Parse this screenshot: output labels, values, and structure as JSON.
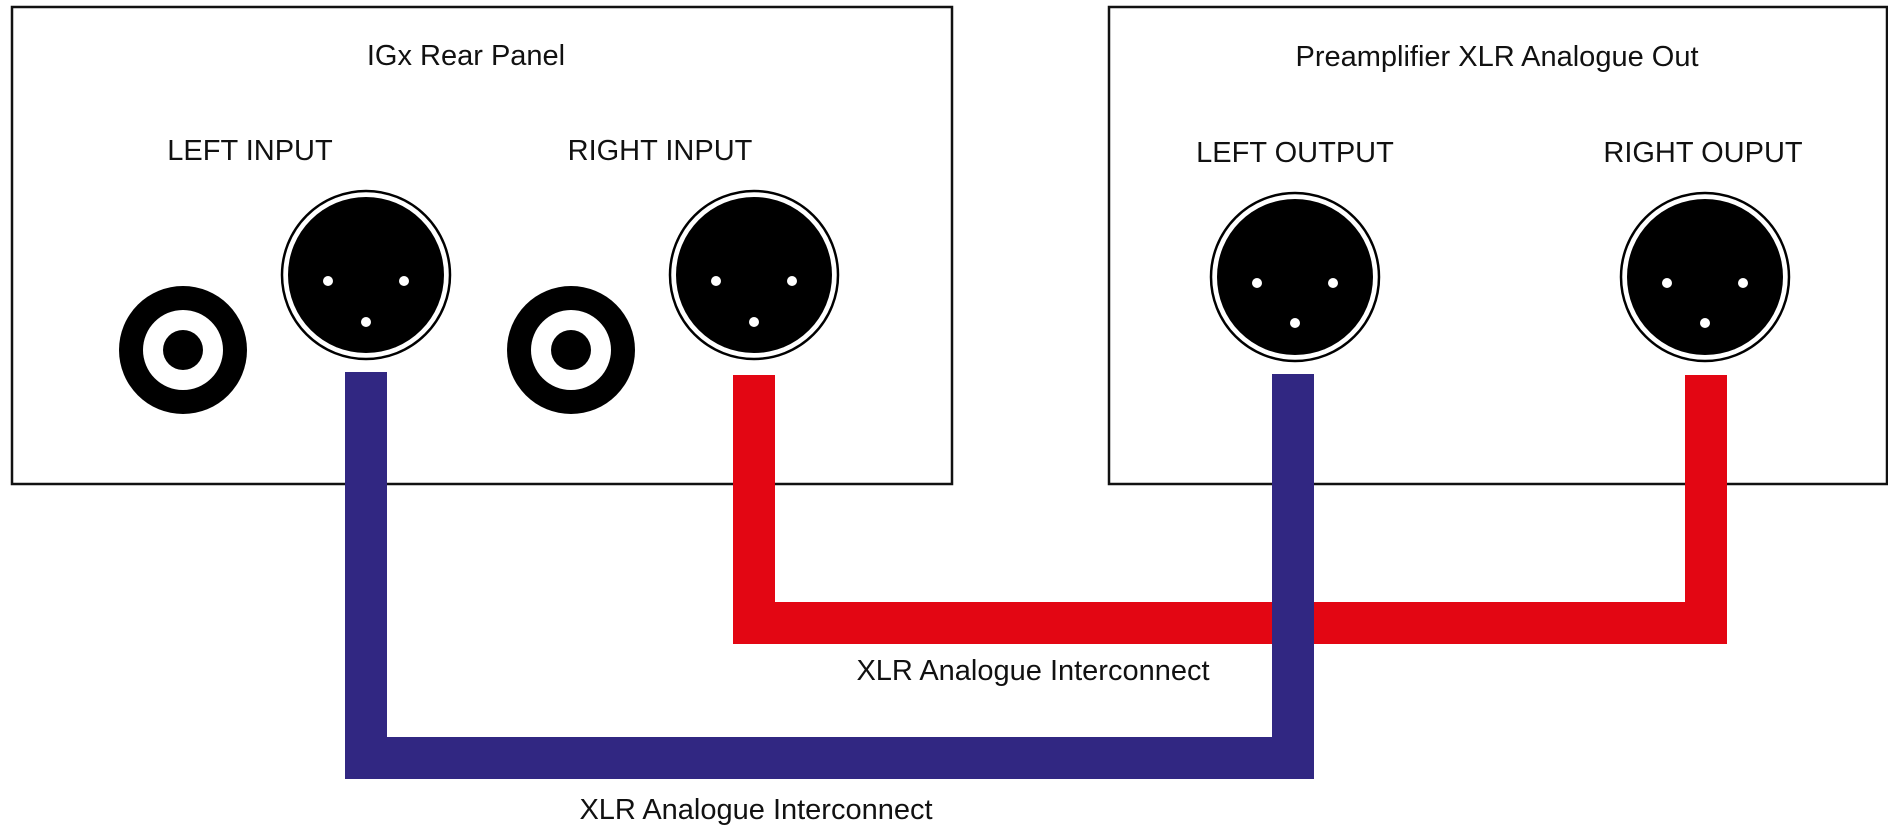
{
  "colors": {
    "background": "#ffffff",
    "panel_border": "#111111",
    "connector_fill": "#000000",
    "pin_fill": "#ffffff",
    "cable_blue": "#312782",
    "cable_red": "#e30613"
  },
  "left_panel": {
    "title": "IGx Rear Panel",
    "left_label": "LEFT INPUT",
    "right_label": "RIGHT INPUT",
    "connectors": [
      "rca-jack",
      "xlr-socket",
      "rca-jack",
      "xlr-socket"
    ]
  },
  "right_panel": {
    "title": "Preamplifier XLR Analogue Out",
    "left_label": "LEFT OUTPUT",
    "right_label": "RIGHT OUPUT",
    "connectors": [
      "xlr-socket",
      "xlr-socket"
    ]
  },
  "cables": {
    "red": {
      "label": "XLR Analogue Interconnect",
      "from": "RIGHT INPUT",
      "to": "RIGHT OUPUT",
      "color_name": "red"
    },
    "blue": {
      "label": "XLR Analogue Interconnect",
      "from": "LEFT INPUT",
      "to": "LEFT OUTPUT",
      "color_name": "blue"
    }
  }
}
